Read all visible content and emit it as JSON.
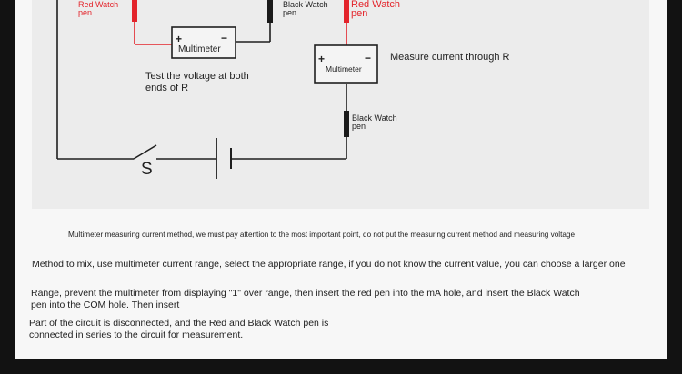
{
  "left_probes": {
    "red_label": "Red Watch\npen",
    "black_label": "Black Watch\npen"
  },
  "voltmeter": {
    "label": "Multimeter",
    "plus": "+",
    "minus": "−",
    "caption": "Test the voltage at both\nends of R"
  },
  "right_probes": {
    "red_label": "Red Watch\npen",
    "black_label": "Black Watch\npen"
  },
  "ammeter": {
    "label": "Multimeter",
    "plus": "+",
    "minus": "−",
    "caption": "Measure current through R"
  },
  "switch_label": "S",
  "colors": {
    "red_probe": "#e3242b",
    "black_probe": "#1a1a1a",
    "wire_black": "#1f1f1f",
    "wire_red": "#e3242b"
  },
  "instructions": {
    "heading_line": "Multimeter measuring current method, we must pay attention to the most important point, do not put the measuring current method and measuring voltage",
    "line1": "Method to mix, use multimeter current range, select the appropriate range, if you do not know the current value, you can choose a larger one",
    "line2": "Range, prevent the multimeter from displaying \"1\" over range, then insert the red pen into the mA hole, and insert the Black Watch\npen into the COM hole. Then insert",
    "line3": "Part of the circuit is disconnected, and the Red and Black Watch pen is\nconnected in series to the circuit for measurement."
  }
}
